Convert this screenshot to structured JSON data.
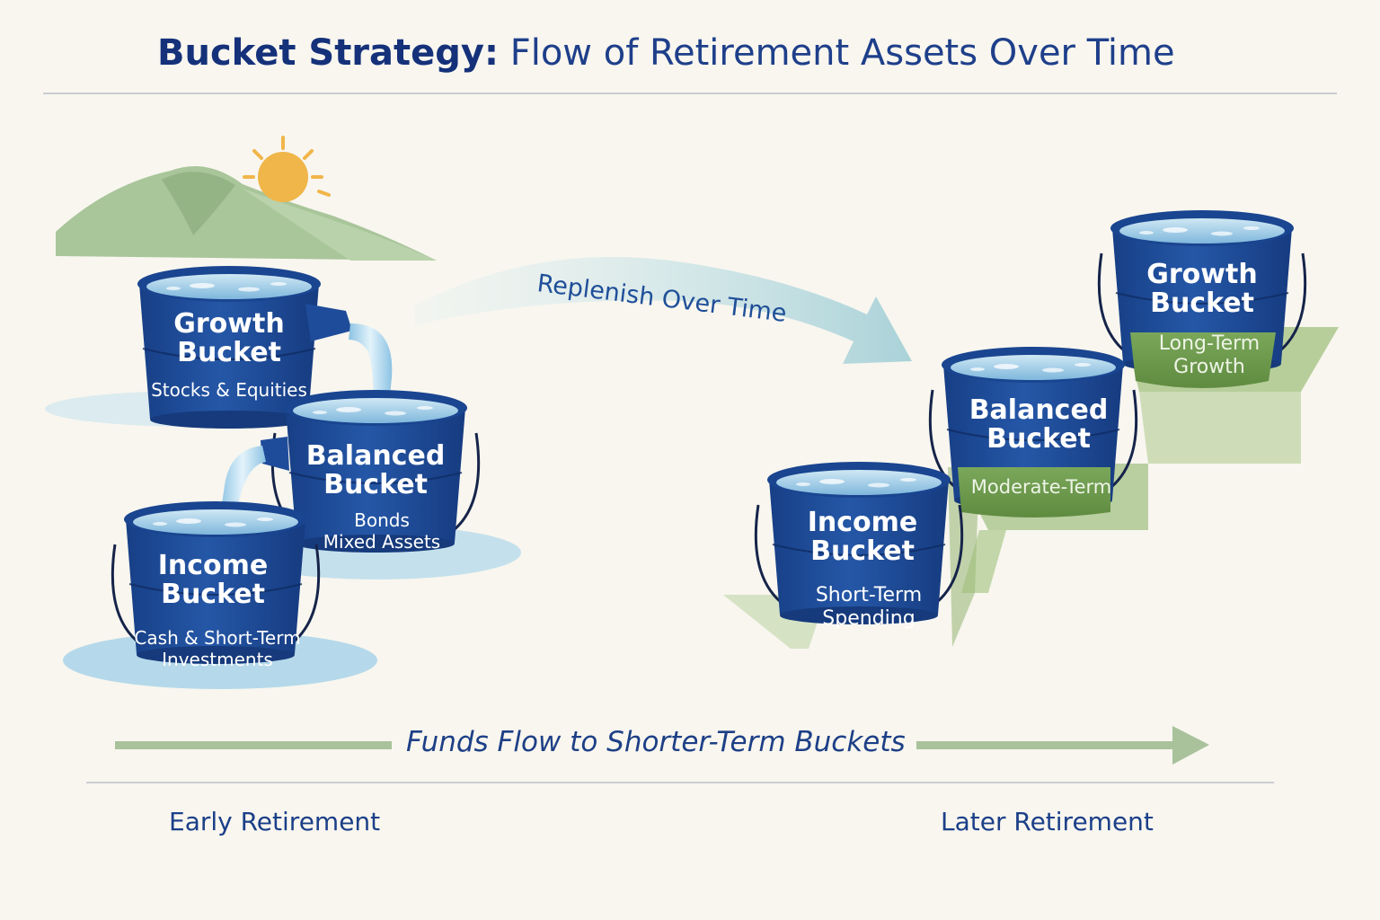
{
  "header": {
    "title_strong": "Bucket Strategy:",
    "title_rest": " Flow of Retirement Assets Over Time"
  },
  "early": {
    "growth": {
      "title": "Growth\nBucket",
      "subtitle": "Stocks & Equities"
    },
    "balanced": {
      "title": "Balanced\nBucket",
      "subtitle": "Bonds\nMixed Assets"
    },
    "income": {
      "title": "Income\nBucket",
      "subtitle": "Cash & Short-Term\nInvestments"
    }
  },
  "later": {
    "growth": {
      "title": "Growth\nBucket",
      "subtitle": "Long-Term\nGrowth"
    },
    "balanced": {
      "title": "Balanced\nBucket",
      "subtitle": "Moderate-Term"
    },
    "income": {
      "title": "Income\nBucket",
      "subtitle": "Short-Term\nSpending"
    }
  },
  "arrows": {
    "replenish": "Replenish Over Time",
    "funds_flow": "Funds Flow to Shorter-Term Buckets"
  },
  "timeline": {
    "start": "Early Retirement",
    "end": "Later Retirement"
  },
  "colors": {
    "bucket_blue": "#1f4c9a",
    "water": "#a9d4ea",
    "step_green": "#6e9b4c",
    "title_blue": "#15317a",
    "sun": "#f0b64a"
  }
}
